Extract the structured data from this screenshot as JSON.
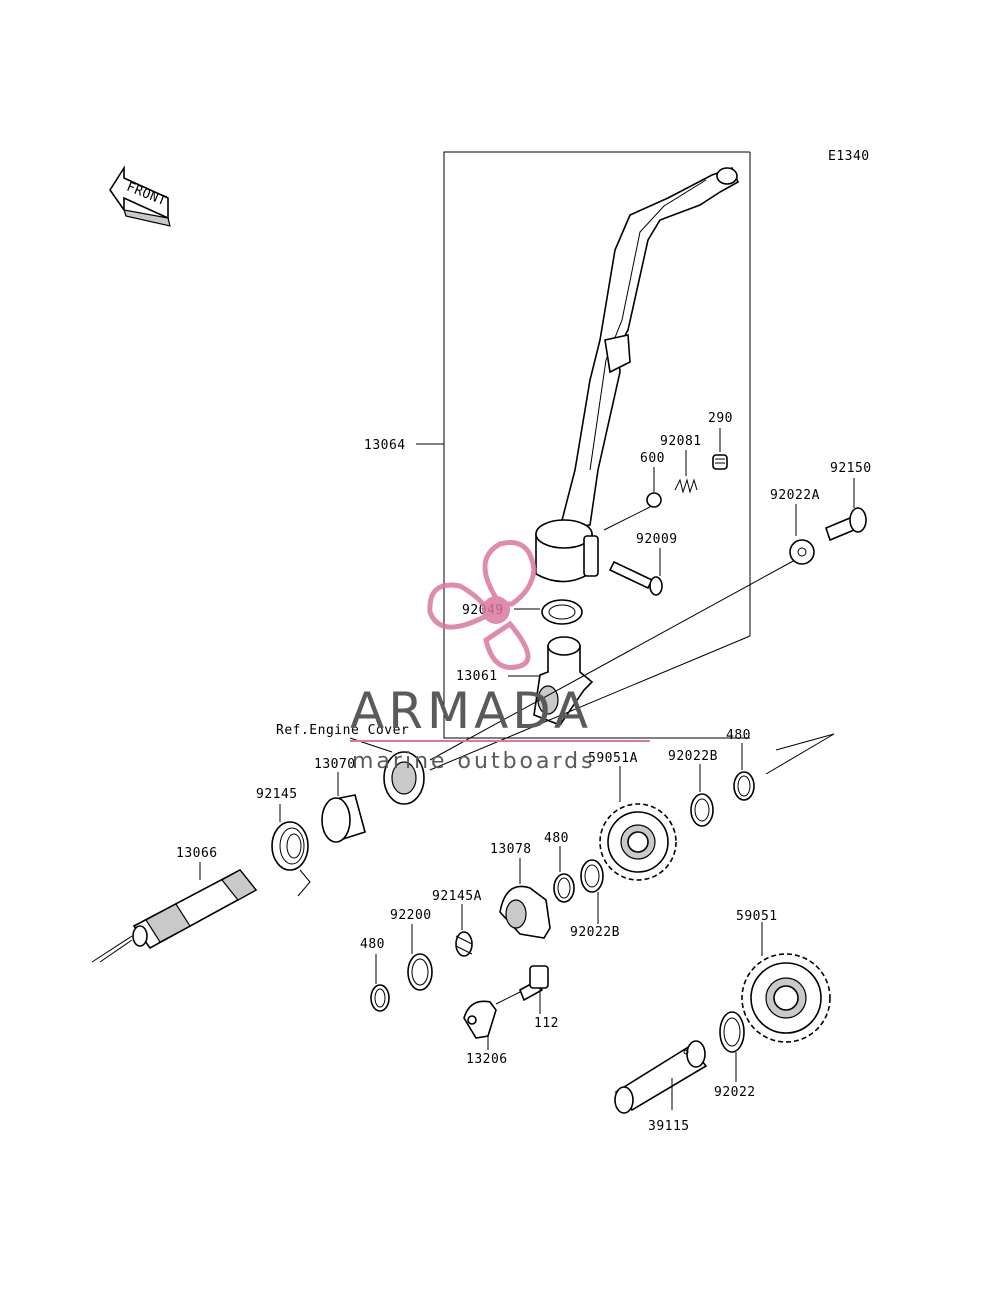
{
  "diagram_code": "E1340",
  "front_arrow_label": "FRONT",
  "reference_label": "Ref.Engine Cover",
  "parts": {
    "p13064": "13064",
    "p290": "290",
    "p92081": "92081",
    "p600": "600",
    "p92009": "92009",
    "p92049": "92049",
    "p13061": "13061",
    "p92150": "92150",
    "p92022A": "92022A",
    "p480a": "480",
    "p92022B_top": "92022B",
    "p59051A": "59051A",
    "p13070": "13070",
    "p92145": "92145",
    "p13066": "13066",
    "p13078": "13078",
    "p480b": "480",
    "p92022B_low": "92022B",
    "p92145A": "92145A",
    "p92200": "92200",
    "p480c": "480",
    "p112": "112",
    "p13206": "13206",
    "p59051": "59051",
    "p92022": "92022",
    "p39115": "39115"
  },
  "watermark": {
    "brand": "ARMADA",
    "tagline": "marine outboards",
    "logo_color": "#d9779f"
  }
}
